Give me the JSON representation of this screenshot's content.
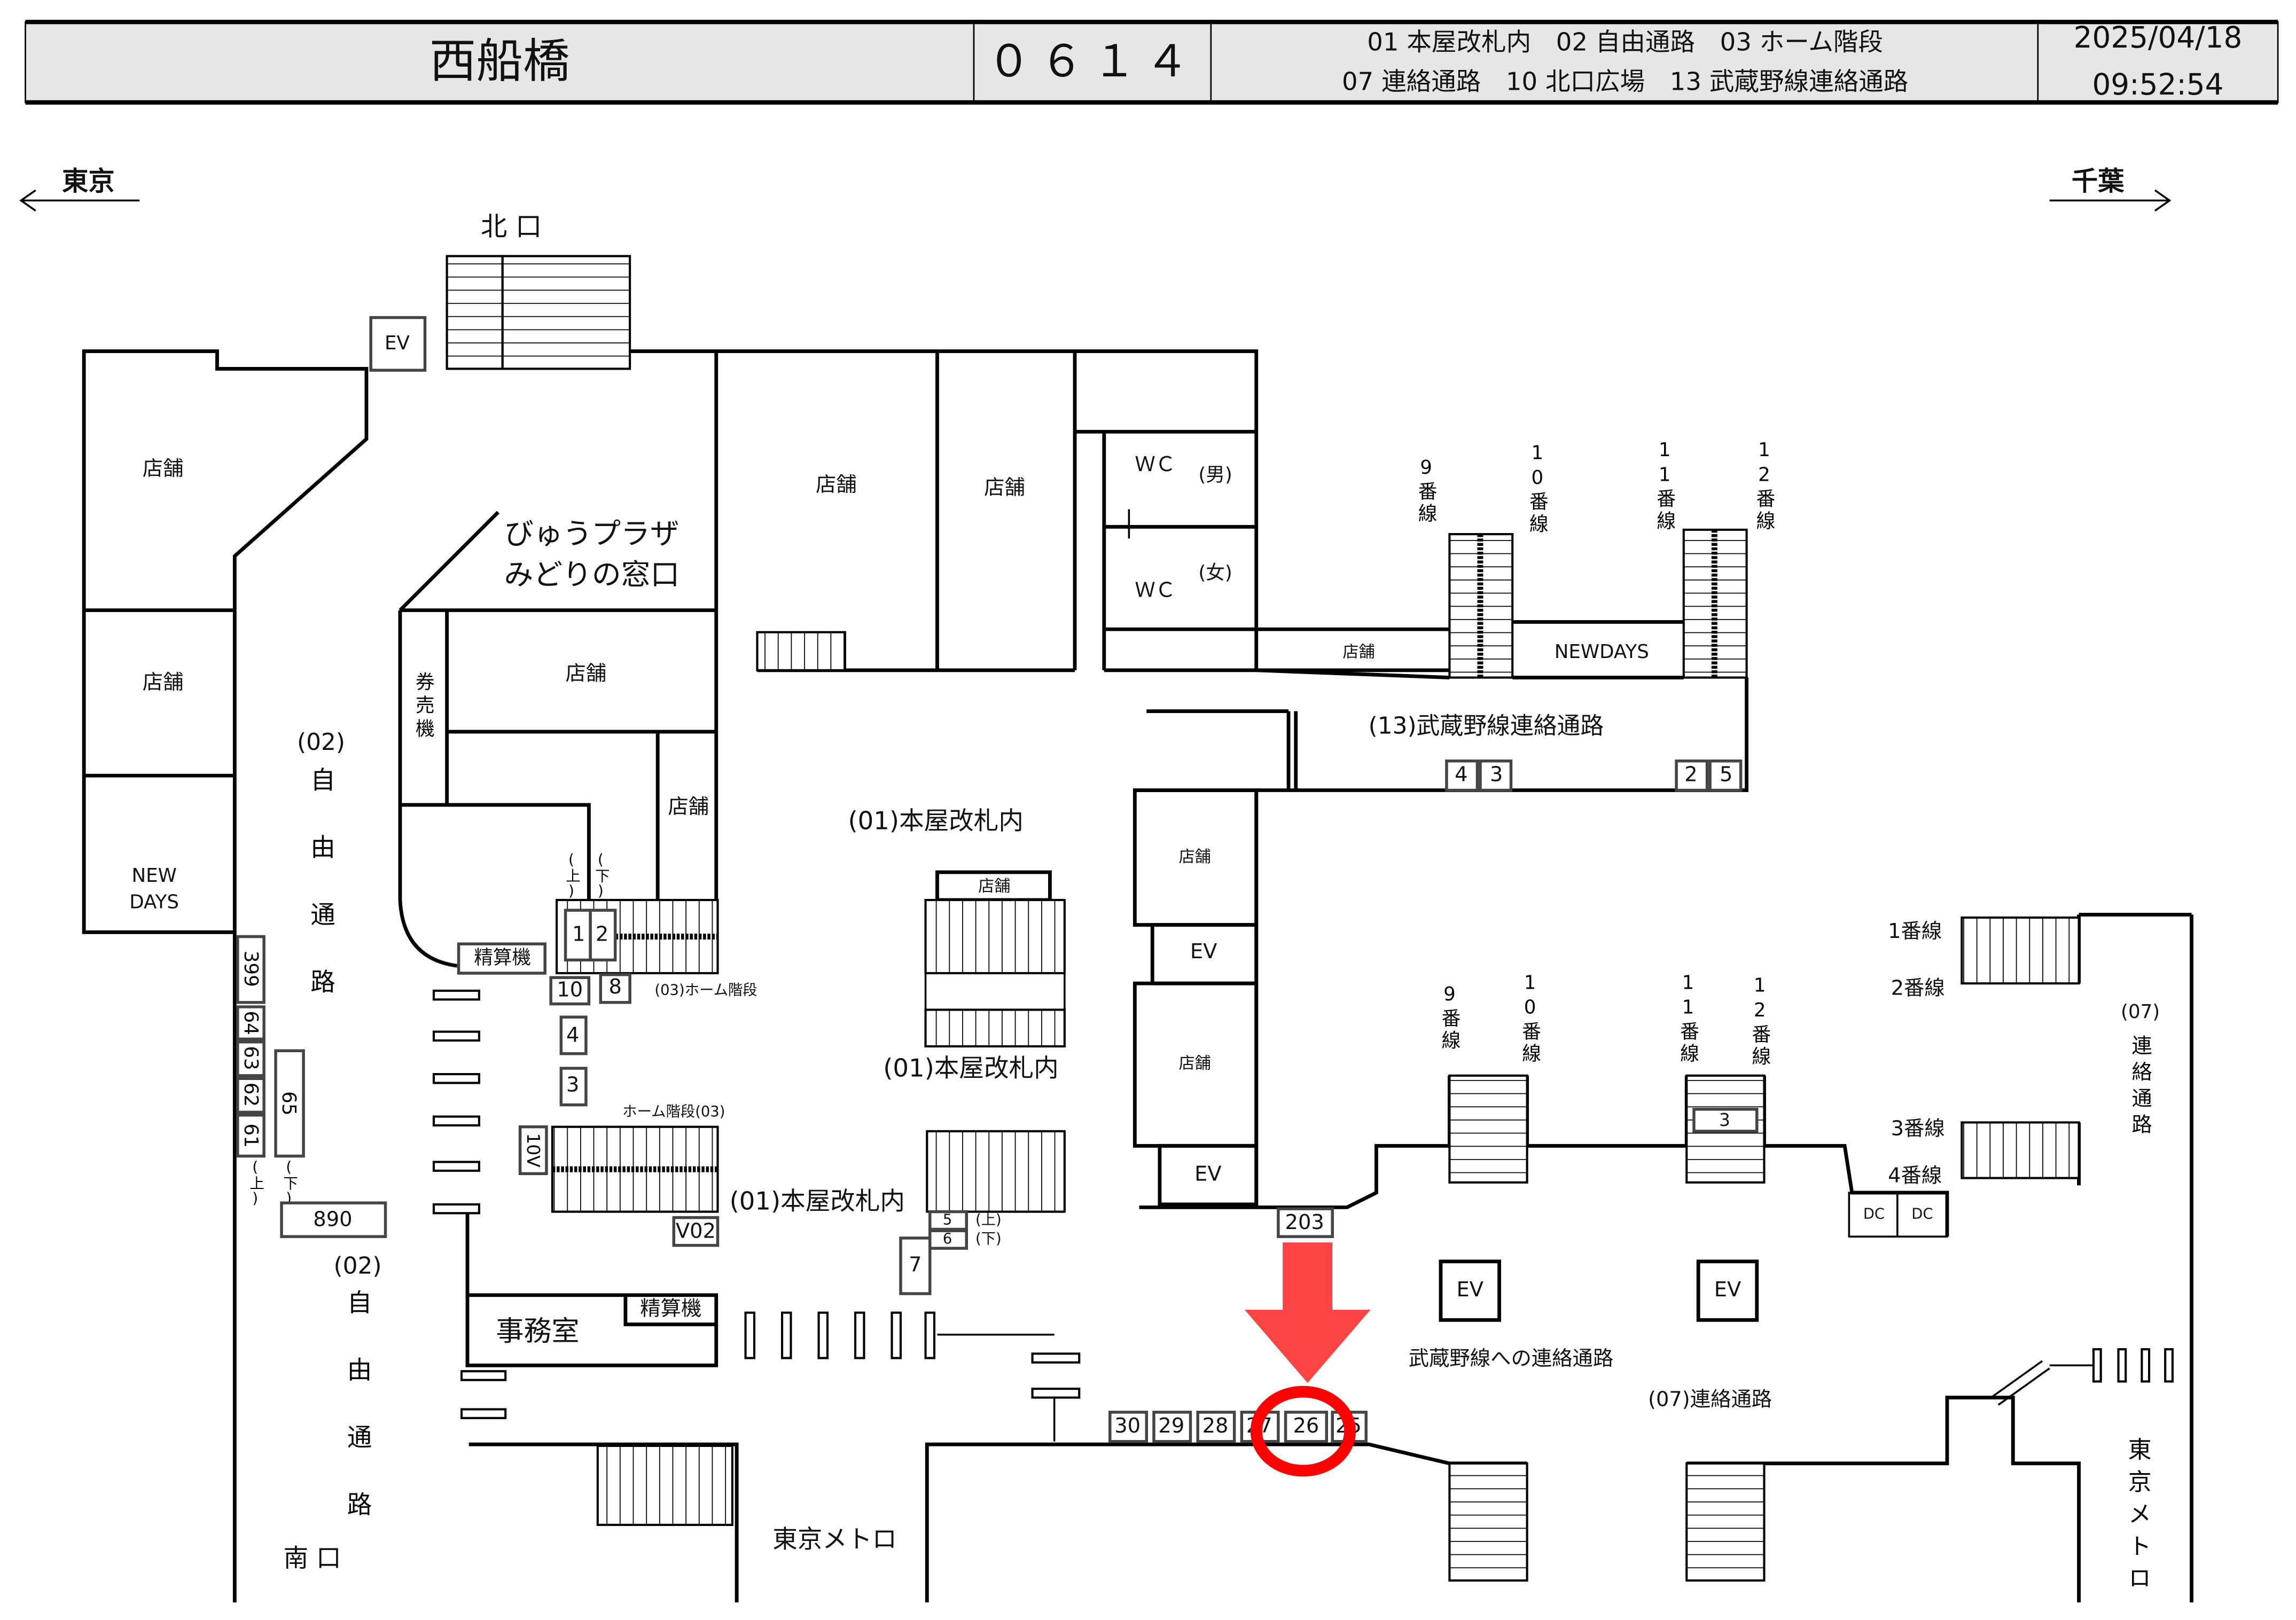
{
  "header": {
    "station_name": "西船橋",
    "station_code": "０６１４",
    "legend_line1": "01 本屋改札内　02 自由通路　03 ホーム階段",
    "legend_line2": "07 連絡通路　10 北口広場　13 武蔵野線連絡通路",
    "date": "2025/04/18",
    "time": "09:52:54"
  },
  "directions": {
    "left": "東京",
    "right": "千葉"
  },
  "labels": {
    "north_exit": "北 口",
    "south_exit": "南 口",
    "ev": "EV",
    "shop": "店舗",
    "newdays_left": [
      "NEW",
      "DAYS"
    ],
    "newdays_top": "NEWDAYS",
    "view_plaza": "びゅうプラザ",
    "midori": "みどりの窓口",
    "ticket_machine": "券売機",
    "fare_adjust": "精算機",
    "office": "事務室",
    "wc": "ＷＣ",
    "men": "(男)",
    "women": "(女)",
    "free_passage_code": "(02)",
    "free_passage": "自由通路",
    "up": "(上)",
    "down": "(下)",
    "home_stairs_small": "(03)ホーム階段",
    "home_stairs_small2": "ホーム階段(03)",
    "honya_gate": "(01)本屋改札内",
    "musashino_passage": "(13)武蔵野線連絡通路",
    "to_musashino": "武蔵野線への連絡通路",
    "renraku": "(07)連絡通路",
    "renraku_code": "(07)",
    "renraku_v": "連絡通路",
    "metro": "東京メトロ",
    "dc": "DC"
  },
  "tracks": {
    "top": [
      "9番線",
      "10番線",
      "11番線",
      "12番線"
    ],
    "mid": [
      "9番線",
      "10番線",
      "11番線",
      "12番線"
    ],
    "right": [
      "1番線",
      "2番線",
      "3番線",
      "4番線"
    ]
  },
  "numbers": {
    "b1": "1",
    "b2": "2",
    "b10": "10",
    "b8": "8",
    "b4": "4",
    "b3": "3",
    "v10": "10V",
    "v02": "V02",
    "b5": "5",
    "b6": "6",
    "b7": "7",
    "c399": "399",
    "c64": "64",
    "c63": "63",
    "c62": "62",
    "c61": "61",
    "c65": "65",
    "c890": "890",
    "m4": "4",
    "m3": "3",
    "m2": "2",
    "m5": "5",
    "s3": "3",
    "c203": "203",
    "bottom": [
      "30",
      "29",
      "28",
      "27",
      "26",
      "25"
    ]
  },
  "highlight": {
    "target": "26",
    "color": "#ff4444",
    "ring_color": "#ff0000"
  }
}
